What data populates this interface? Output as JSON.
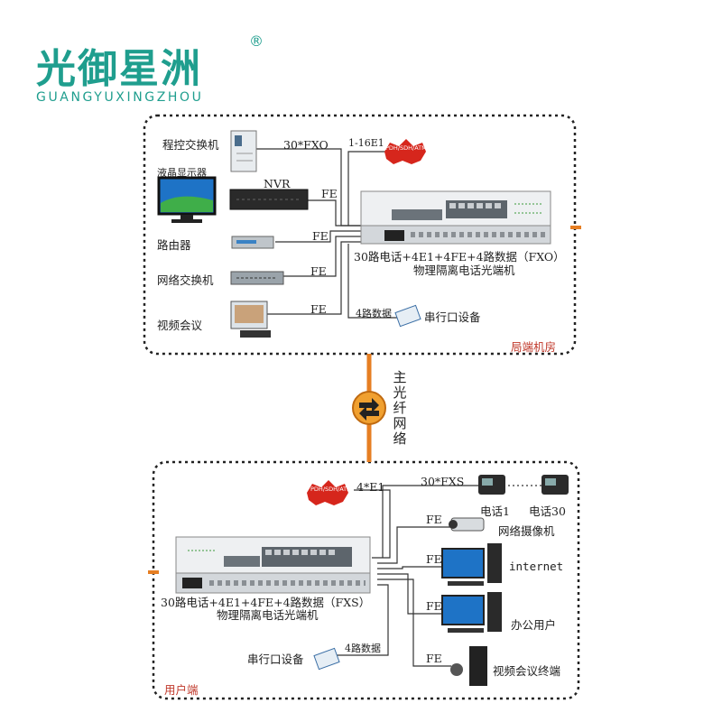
{
  "brand": {
    "name_cn": "光御星洲",
    "registered": "®",
    "name_en": "GUANGYUXINGZHOU"
  },
  "top": {
    "region_label": "局端机房",
    "devices": {
      "pbx": "程控交换机",
      "lcd": "液晶显示器",
      "nvr": "NVR",
      "router": "路由器",
      "switch": "网络交换机",
      "video_conf": "视频会议",
      "serial": "串行口设备"
    },
    "links": {
      "fxo": "30*FXO",
      "e1": "1-16E1",
      "fe": "FE",
      "data4": "4路数据"
    },
    "cloud": "PDH/SDH/ATM",
    "terminal_line1": "30路电话+4E1+4FE+4路数据（FXO）",
    "terminal_line2": "物理隔离电话光端机"
  },
  "fiber": {
    "label_chars": [
      "主",
      "光",
      "纤",
      "网",
      "络"
    ]
  },
  "bottom": {
    "region_label": "用户端",
    "devices": {
      "phone1": "电话1",
      "phone30": "电话30",
      "camera": "网络摄像机",
      "internet": "internet",
      "office": "办公用户",
      "video_terminal": "视频会议终端",
      "serial": "串行口设备"
    },
    "links": {
      "e1": "4*E1",
      "fxs": "30*FXS",
      "fe": "FE",
      "data4": "4路数据"
    },
    "cloud": "PDH/SDH/ATM",
    "terminal_line1": "30路电话+4E1+4FE+4路数据（FXS）",
    "terminal_line2": "物理隔离电话光端机"
  },
  "colors": {
    "brand": "#1f9e8e",
    "fiber": "#e67e22",
    "region_label": "#c0392b",
    "cloud": "#d6261c"
  }
}
